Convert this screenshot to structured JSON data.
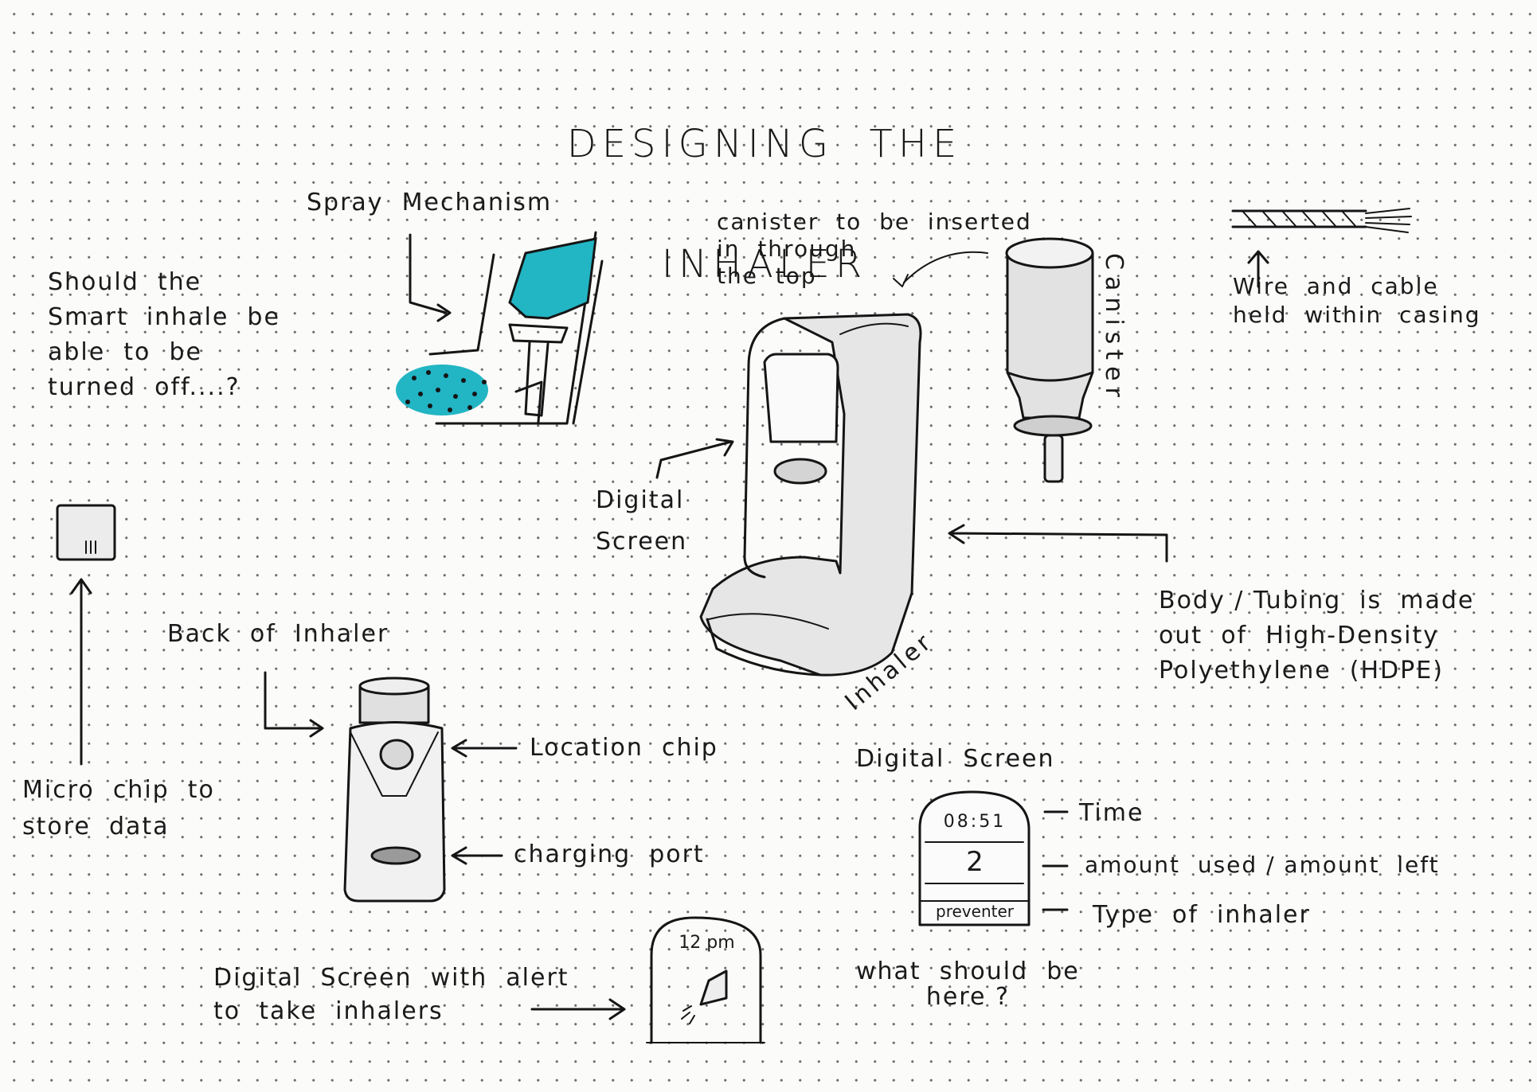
{
  "title": {
    "line1": "DESIGNING  THE",
    "line2": "INHALER"
  },
  "labels": {
    "spray_mechanism": "Spray  Mechanism",
    "question_off": "Should  the\nSmart  inhale  be\nable  to  be\nturned  off....?",
    "canister_insert": "canister  to  be  inserted\nin  through\nthe  top",
    "canister": "Canister",
    "wire": "Wire  and  cable\nheld  within  casing",
    "digital_screen_pointer": "Digital\nScreen",
    "inhaler": "Inhaler",
    "body_tubing": "Body / Tubing  is  made\nout  of  High-Density\nPolyethylene  (HDPE)",
    "back_of_inhaler": "Back  of  Inhaler",
    "micro_chip": "Micro  chip  to\nstore  data",
    "location_chip": "Location  chip",
    "charging_port": "charging  port",
    "digital_screen_heading": "Digital  Screen",
    "time": "Time",
    "amount": "amount  used / amount  left",
    "type": "Type  of  inhaler",
    "alert": "Digital  Screen  with  alert\nto  take  inhalers",
    "what_here": "what  should  be\nhere ?"
  },
  "screen": {
    "time": "08:51",
    "count": "2",
    "type": "preventer"
  },
  "alert_screen": {
    "time": "12 pm"
  },
  "colors": {
    "spray": "#22b5c4",
    "ink": "#151515",
    "paper": "#fbfbfa"
  }
}
